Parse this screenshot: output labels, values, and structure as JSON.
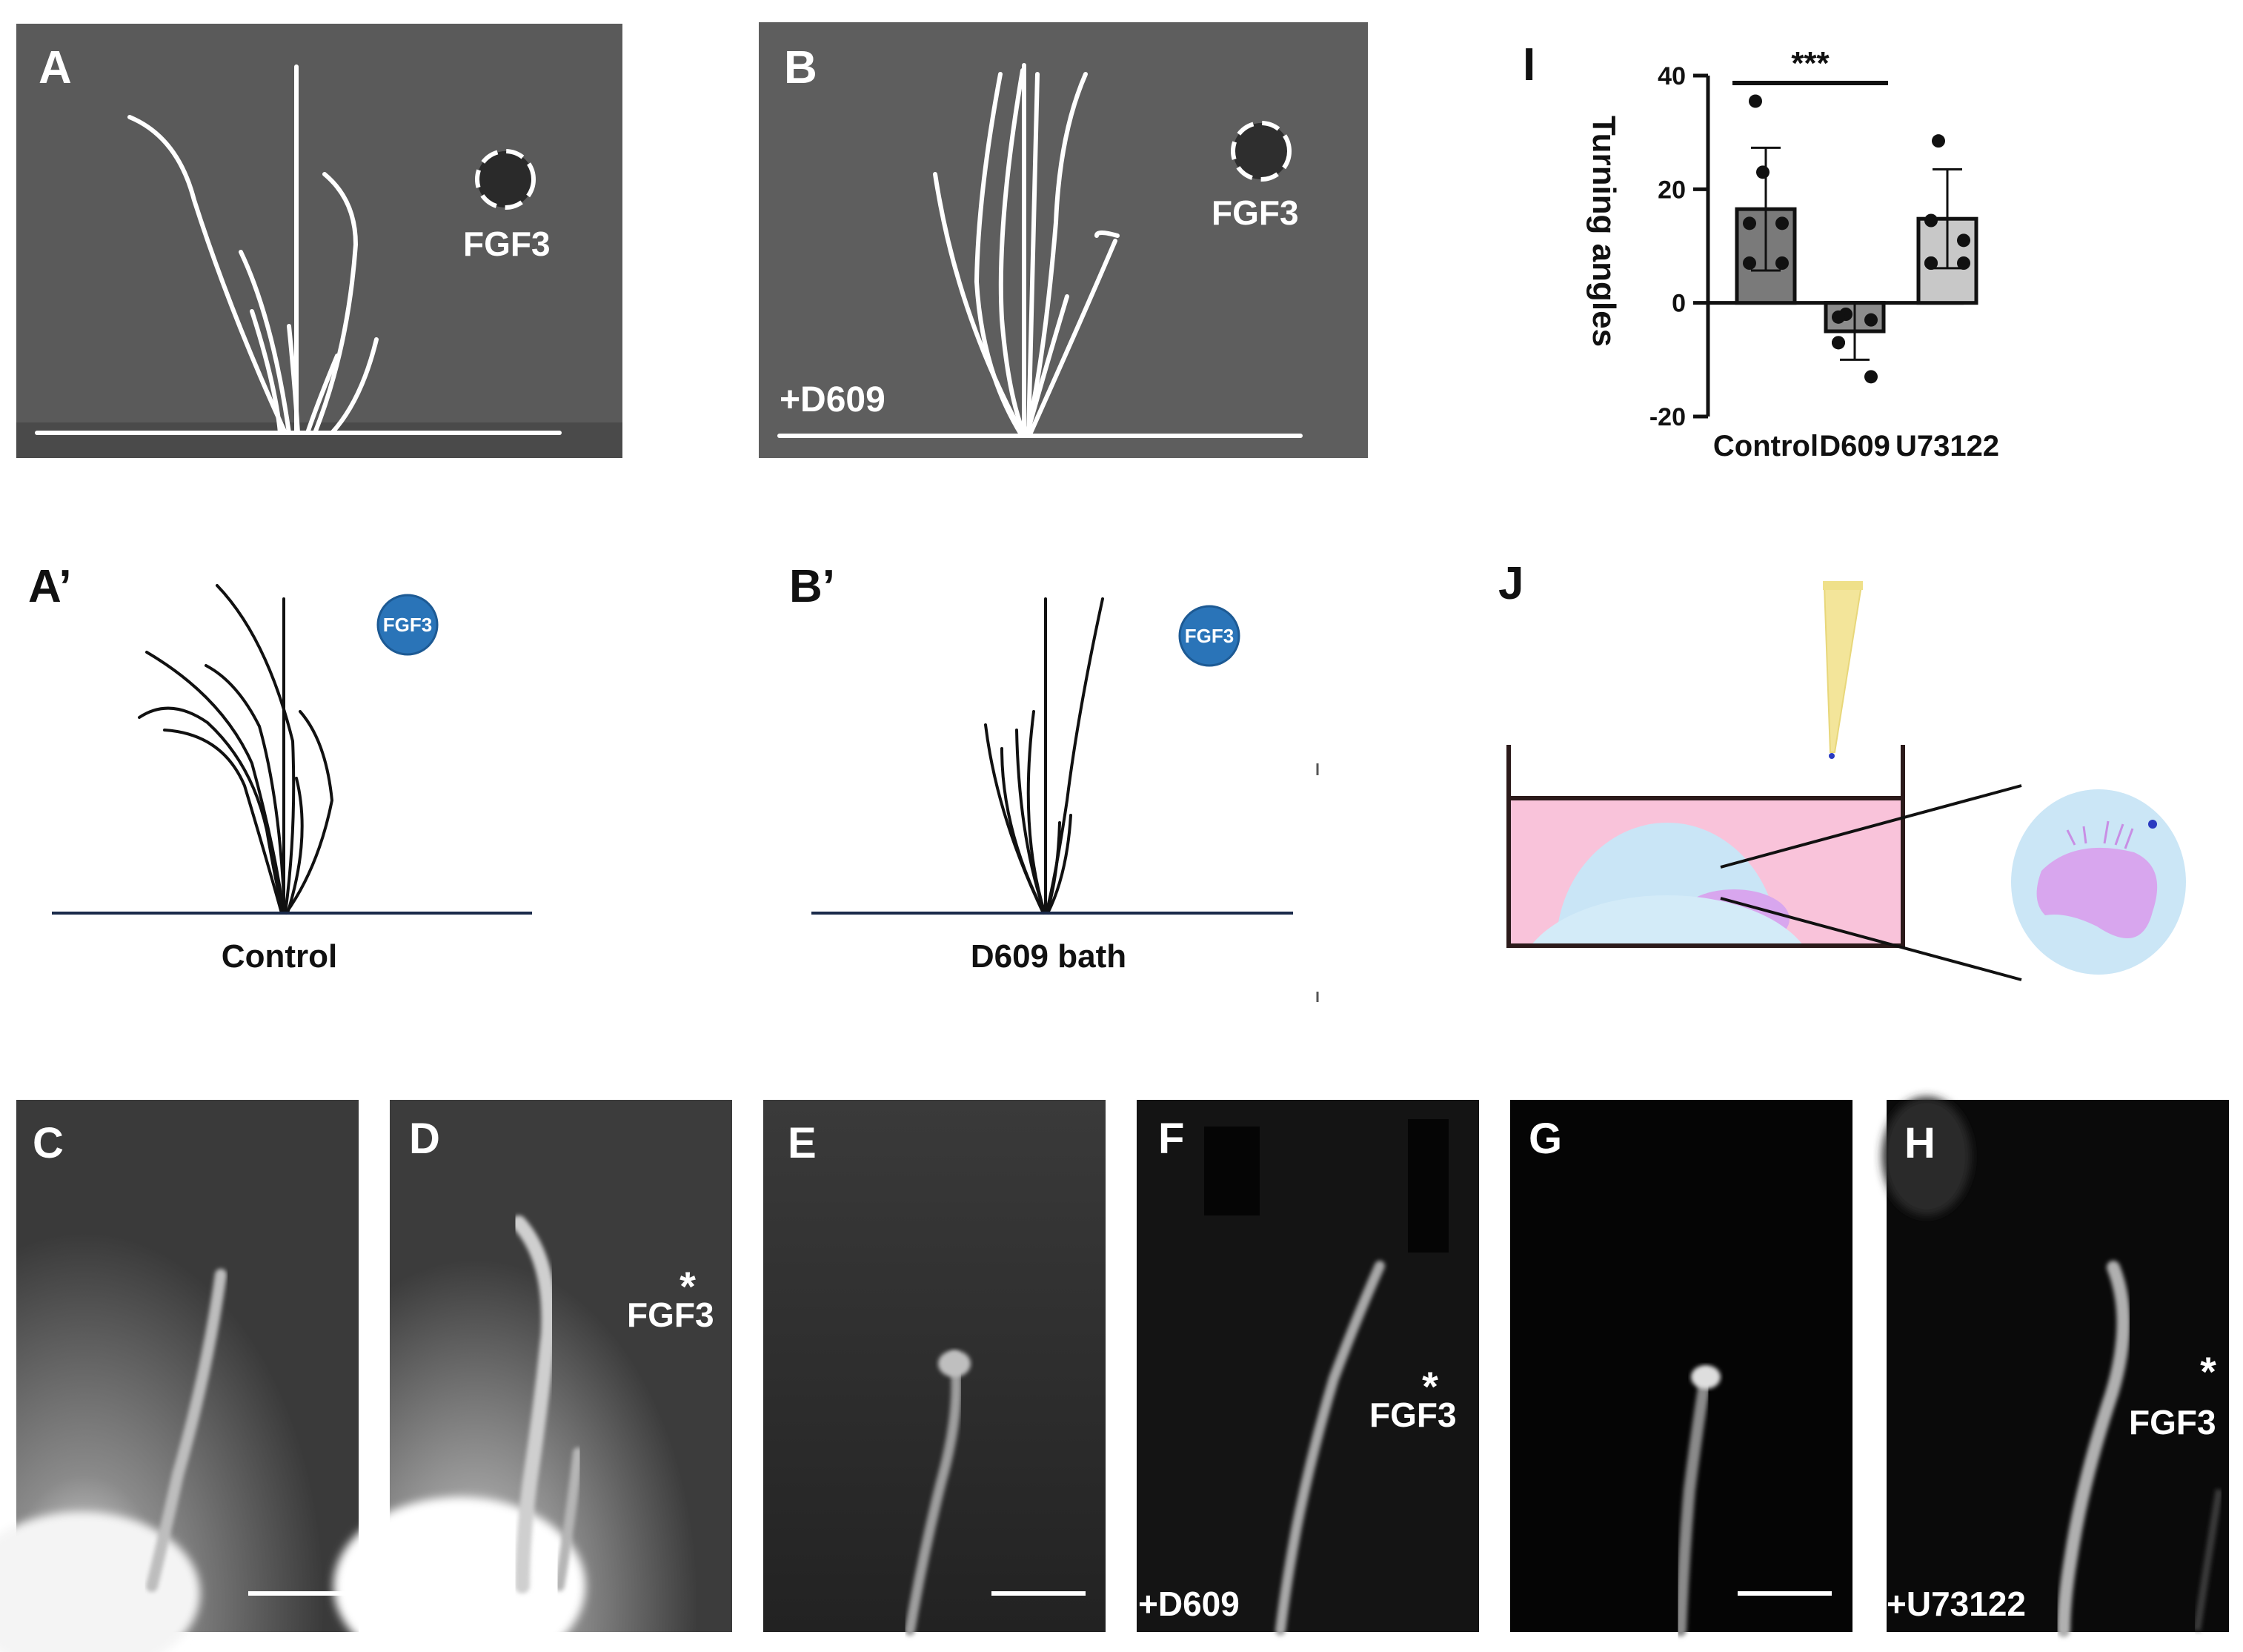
{
  "colors": {
    "photo_bg_light": "#5e5e5e",
    "photo_bg_dark": "#101010",
    "trace_white": "#ffffff",
    "trace_black": "#111111",
    "fgf3_bead": "#2a74b8",
    "dish_fill": "#f9c3da",
    "explant_blue": "#cbe6f6",
    "cell_purple": "#d8a6ee",
    "pipette_yellow": "#f3e59a",
    "bar_control": "#7a7a7a",
    "bar_d609": "#8c8c8c",
    "bar_u73122": "#c8c8c8"
  },
  "panels": {
    "A": {
      "letter": "A",
      "bead_label": "FGF3"
    },
    "B": {
      "letter": "B",
      "bead_label": "FGF3",
      "treatment": "+D609"
    },
    "A_prime": {
      "letter": "A’",
      "bead_label": "FGF3",
      "caption": "Control"
    },
    "B_prime": {
      "letter": "B’",
      "bead_label": "FGF3",
      "caption": "D609 bath"
    },
    "C": {
      "letter": "C"
    },
    "D": {
      "letter": "D",
      "marker": "*",
      "bead_label": "FGF3"
    },
    "E": {
      "letter": "E"
    },
    "F": {
      "letter": "F",
      "marker": "*",
      "bead_label": "FGF3",
      "treatment": "+D609"
    },
    "G": {
      "letter": "G"
    },
    "H": {
      "letter": "H",
      "marker": "*",
      "bead_label": "FGF3",
      "treatment": "+U73122"
    },
    "I": {
      "letter": "I"
    },
    "J": {
      "letter": "J"
    }
  },
  "chart_data": {
    "type": "bar",
    "categories": [
      "Control",
      "D609",
      "U73122"
    ],
    "values": [
      16.5,
      -5,
      14.8
    ],
    "errors": [
      10.8,
      5,
      8.7
    ],
    "points": [
      [
        35.5,
        23,
        14,
        14,
        7,
        7
      ],
      [
        -2,
        -2.5,
        -3,
        -7,
        -7,
        -13
      ],
      [
        28.5,
        14.5,
        11,
        7,
        7,
        7
      ]
    ],
    "ylabel": "Turning angles",
    "ylim": [
      -20,
      40
    ],
    "yticks": [
      "40",
      "20",
      "0",
      "-20"
    ],
    "significance": "***"
  }
}
